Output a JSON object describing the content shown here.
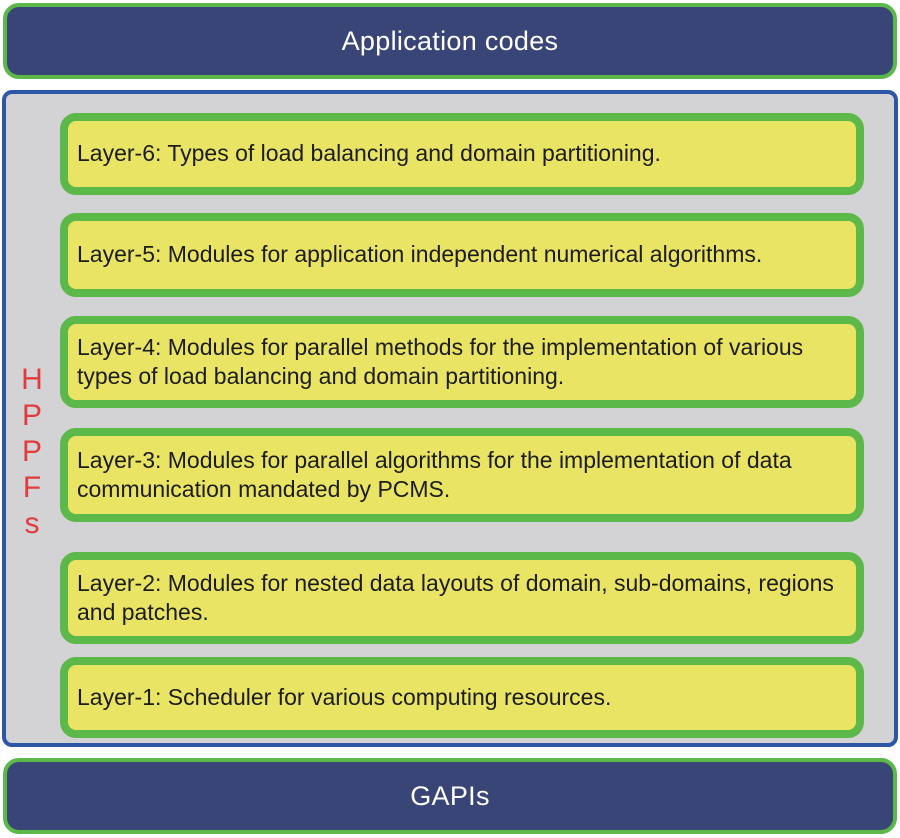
{
  "diagram": {
    "top_bar": {
      "label": "Application codes"
    },
    "middle": {
      "left_label": {
        "text": "HPPFs",
        "letters": [
          "H",
          "P",
          "P",
          "F",
          "s"
        ]
      },
      "layers": [
        {
          "id": "layer-6",
          "label": "Layer-6: Types of load balancing and domain partitioning."
        },
        {
          "id": "layer-5",
          "label": "Layer-5: Modules for application independent numerical algorithms."
        },
        {
          "id": "layer-4",
          "label": "Layer-4: Modules for parallel methods for the implementation of various types of load balancing and domain partitioning."
        },
        {
          "id": "layer-3",
          "label": "Layer-3: Modules for parallel algorithms for the implementation of data communication mandated by PCMS."
        },
        {
          "id": "layer-2",
          "label": "Layer-2: Modules for nested data layouts of domain, sub-domains, regions and patches."
        },
        {
          "id": "layer-1",
          "label": "Layer-1: Scheduler for various computing resources."
        }
      ]
    },
    "bottom_bar": {
      "label": "GAPIs"
    },
    "colors": {
      "bar_fill": "#3a4577",
      "bar_text": "#ffffff",
      "green_border": "#5cb849",
      "container_fill": "#d3d3d5",
      "container_border": "#2d57a5",
      "layer_fill": "#e9e464",
      "layer_text": "#1c1c1c",
      "left_label_text": "#e23b3d"
    }
  }
}
